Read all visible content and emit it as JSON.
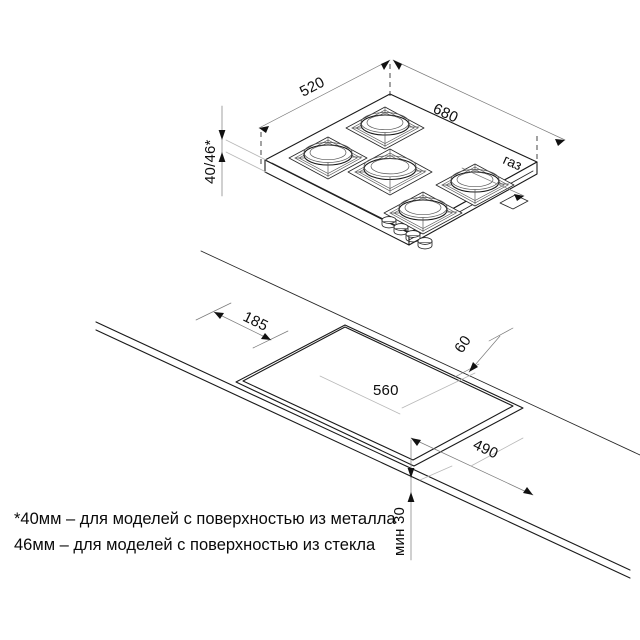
{
  "drawing": {
    "title": "Gas hob installation drawing",
    "units": "mm",
    "background_color": "#ffffff",
    "line_color": "#1a1a1a",
    "views": [
      {
        "name": "hob-isometric-view",
        "description": "Isometric view of 5-burner gas hob",
        "burner_count": 5,
        "knob_count": 4
      },
      {
        "name": "countertop-cutout-view",
        "description": "Isometric view of worktop cutout"
      }
    ]
  },
  "dimensions": {
    "depth": "520",
    "width": "680",
    "height": "40/46*",
    "inset_left": "185",
    "edge_rear": "60",
    "cutout_width": "560",
    "cutout_depth": "490",
    "clearance_below": "мин 30"
  },
  "labels": {
    "gas_inlet": "газ"
  },
  "notes": {
    "line1": "*40мм – для моделей с поверхностью  из металла",
    "line2": "46мм – для моделей с поверхностью из стекла"
  }
}
